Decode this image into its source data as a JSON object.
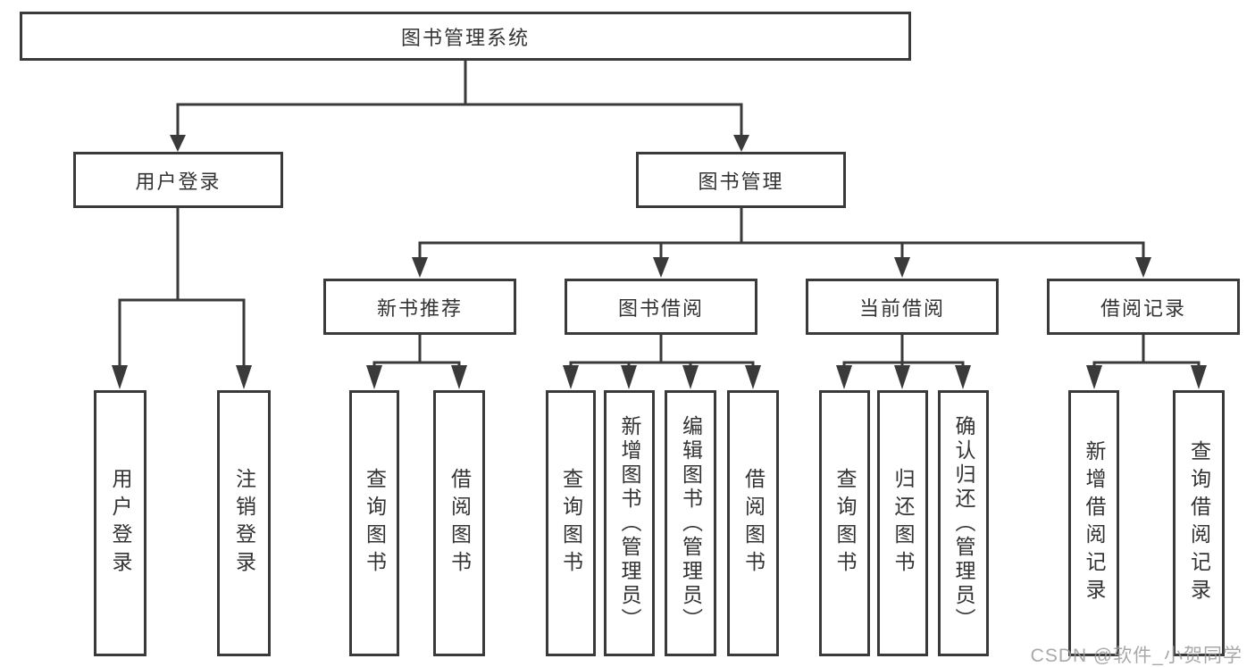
{
  "diagram": {
    "root": {
      "label": "图书管理系统"
    },
    "level2": [
      {
        "label": "用户登录"
      },
      {
        "label": "图书管理"
      }
    ],
    "level3": [
      {
        "label": "新书推荐"
      },
      {
        "label": "图书借阅"
      },
      {
        "label": "当前借阅"
      },
      {
        "label": "借阅记录"
      }
    ],
    "leaves": {
      "user_login": [
        "用户登录",
        "注销登录"
      ],
      "new_book": [
        "查询图书",
        "借阅图书"
      ],
      "book_borrow": [
        "查询图书",
        "新增图书（管理员）",
        "编辑图书（管理员）",
        "借阅图书"
      ],
      "current_borrow": [
        "查询图书",
        "归还图书",
        "确认归还（管理员）"
      ],
      "borrow_record": [
        "新增借阅记录",
        "查询借阅记录"
      ]
    }
  },
  "watermark": {
    "text": "CSDN @软件_小贺同学"
  },
  "colors": {
    "line": "#3a3a3a",
    "text": "#333333",
    "watermark": "#9a9a9a",
    "bg": "#ffffff"
  }
}
